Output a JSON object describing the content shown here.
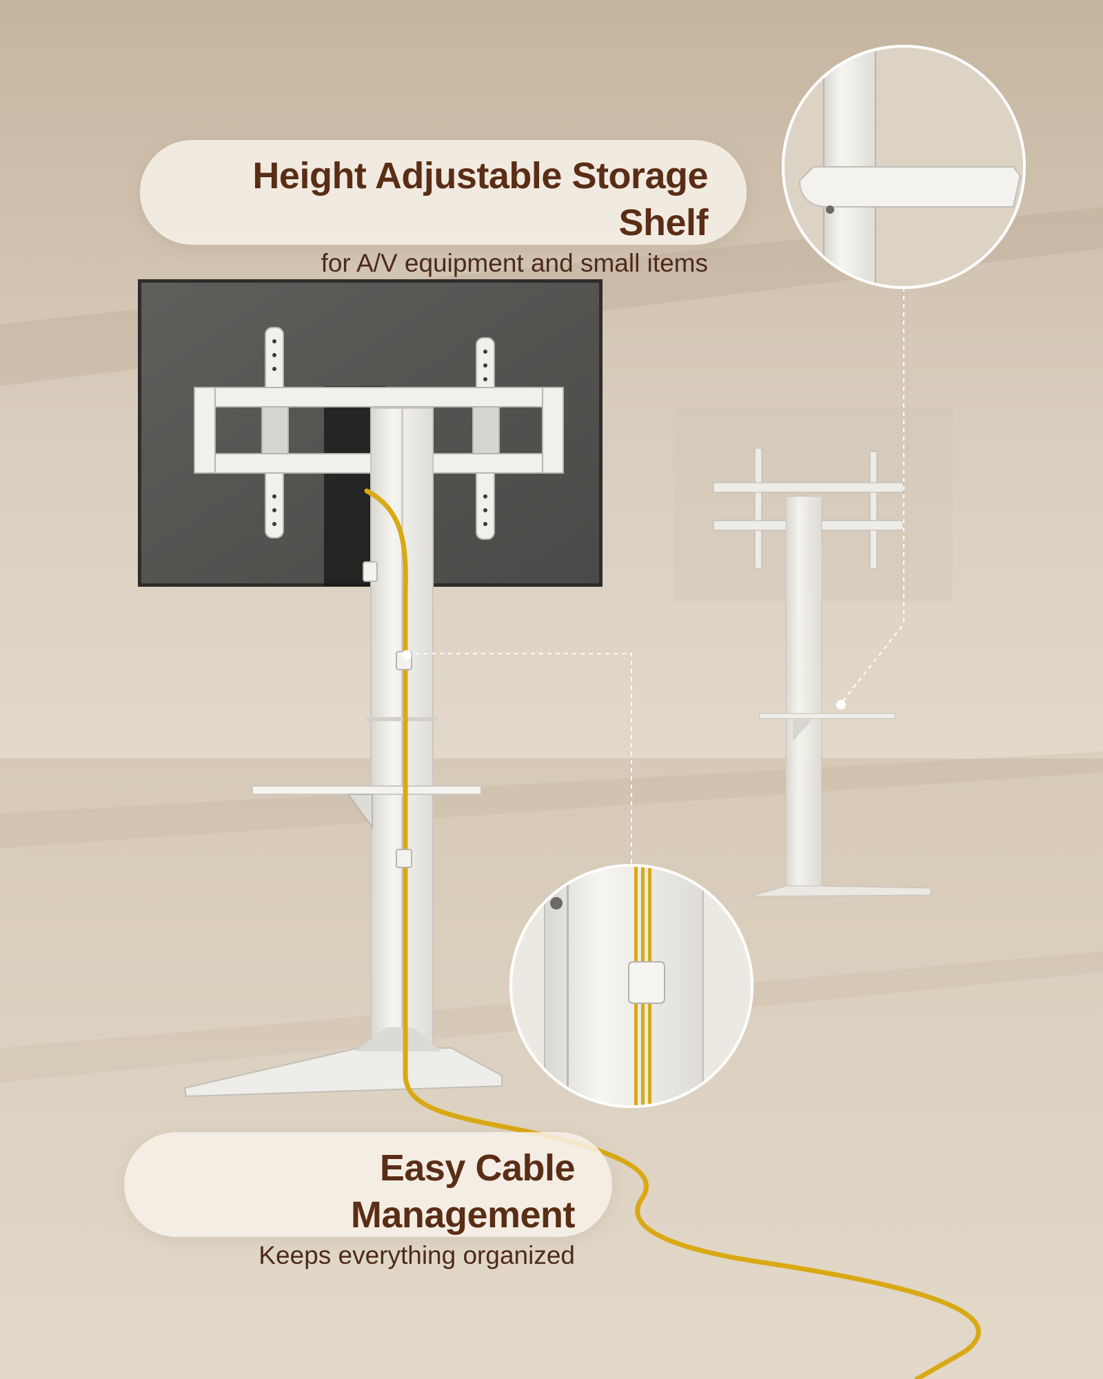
{
  "callouts": {
    "shelf": {
      "title": "Height Adjustable Storage Shelf",
      "subtitle": "for A/V equipment and small items"
    },
    "cable": {
      "title": "Easy Cable Management",
      "subtitle": "Keeps everything organized"
    }
  },
  "colors": {
    "title_text": "#5a2d16",
    "subtitle_text": "#4d2a19",
    "cable": "#e0b21a",
    "stand": "#ecebe6",
    "tv_screen": "#545351"
  },
  "icons": {
    "shelf_zoom": "magnified-shelf-detail",
    "cable_zoom": "magnified-cable-clip-detail"
  }
}
